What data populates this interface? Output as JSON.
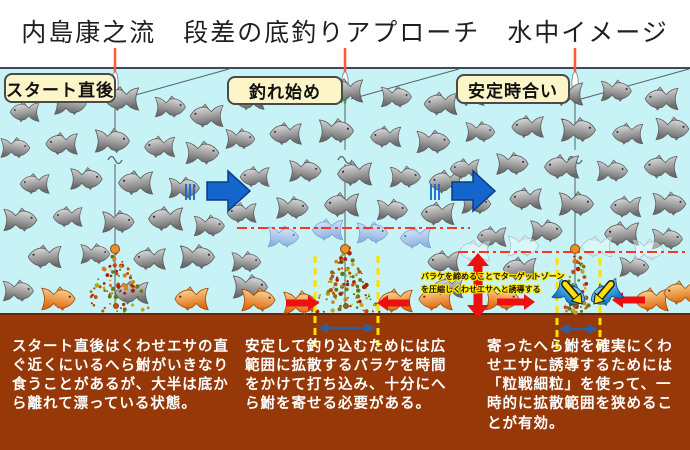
{
  "title": "内島康之流　段差の底釣りアプローチ　水中イメージ",
  "panels": [
    {
      "label": "スタート直後",
      "caption": "スタート直後はくわせエサの直ぐ近くにいるへら鮒がいきなり食うことがあるが、大半は底から離れて漂っている状態。"
    },
    {
      "label": "釣れ始め",
      "caption": "安定して釣り込むためには広範囲に拡散するバラケを時間をかけて打ち込み、十分にへら鮒を寄せる必要がある。"
    },
    {
      "label": "安定時合い",
      "caption": "寄ったへら鮒を確実にくわせエサに誘導するためには「粒戦細粒」を使って、一時的に拡散範囲を狭めることが有効。"
    }
  ],
  "annotation": {
    "line1": "バラケを締めることでターゲットゾーン",
    "line2": "を圧縮しくわせエサへと誘導する"
  },
  "colors": {
    "water": "#c7f2f6",
    "bottom_brown": "#963808",
    "label_bg": "#fbf5c8",
    "flow_arrow_blue": "#1566cc",
    "flow_arrow_edge": "#0a3c85",
    "highlight_red": "#ee1010",
    "target_line_red": "#ff3322",
    "range_yellow": "#ffe000",
    "range_arrow_blue": "#2d5fa5",
    "float_red": "#ff5b3a",
    "float_green": "#2db52d",
    "line_gray": "#52626b"
  }
}
